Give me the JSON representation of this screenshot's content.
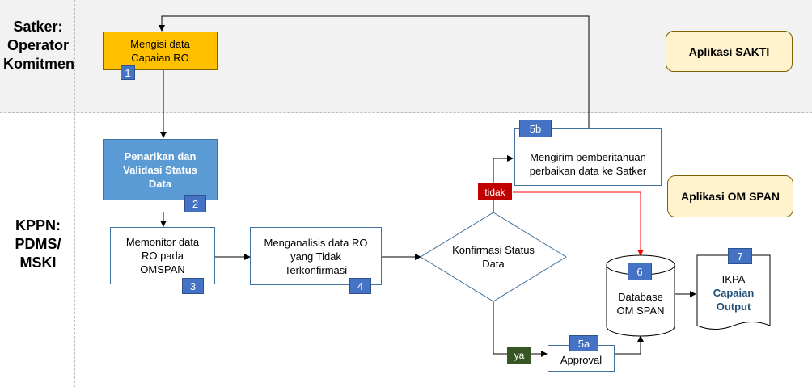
{
  "lanes": {
    "top": "Satker: Operator Komitmen",
    "bottom": "KPPN: PDMS/ MSKI"
  },
  "apps": {
    "sakti": "Aplikasi SAKTI",
    "omspan": "Aplikasi OM SPAN"
  },
  "steps": {
    "s1": {
      "label": "Mengisi data Capaian RO",
      "num": "1"
    },
    "s2": {
      "label": "Penarikan dan Validasi Status Data",
      "num": "2"
    },
    "s3": {
      "label": "Memonitor data RO pada OMSPAN",
      "num": "3"
    },
    "s4": {
      "label": "Menganalisis data RO yang Tidak Terkonfirmasi",
      "num": "4"
    },
    "decision": {
      "label": "Konfirmasi Status Data"
    },
    "s5b": {
      "label": "Mengirim pemberitahuan perbaikan data ke Satker",
      "num": "5b"
    },
    "s5a": {
      "label": "Approval",
      "num": "5a"
    },
    "s6": {
      "label": "Database OM SPAN",
      "num": "6"
    },
    "s7": {
      "label_line1": "IKPA",
      "label_line2": "Capaian Output",
      "num": "7"
    }
  },
  "branches": {
    "no": "tidak",
    "yes": "ya"
  },
  "colors": {
    "step1_fill": "#ffc000",
    "step2_fill": "#5b9bd5",
    "number_badge": "#4472c4",
    "no_tag": "#c00000",
    "yes_tag": "#375623",
    "no_arrow": "#ff0000",
    "app_fill": "#fff2cc",
    "output_text": "#1f4e79"
  }
}
